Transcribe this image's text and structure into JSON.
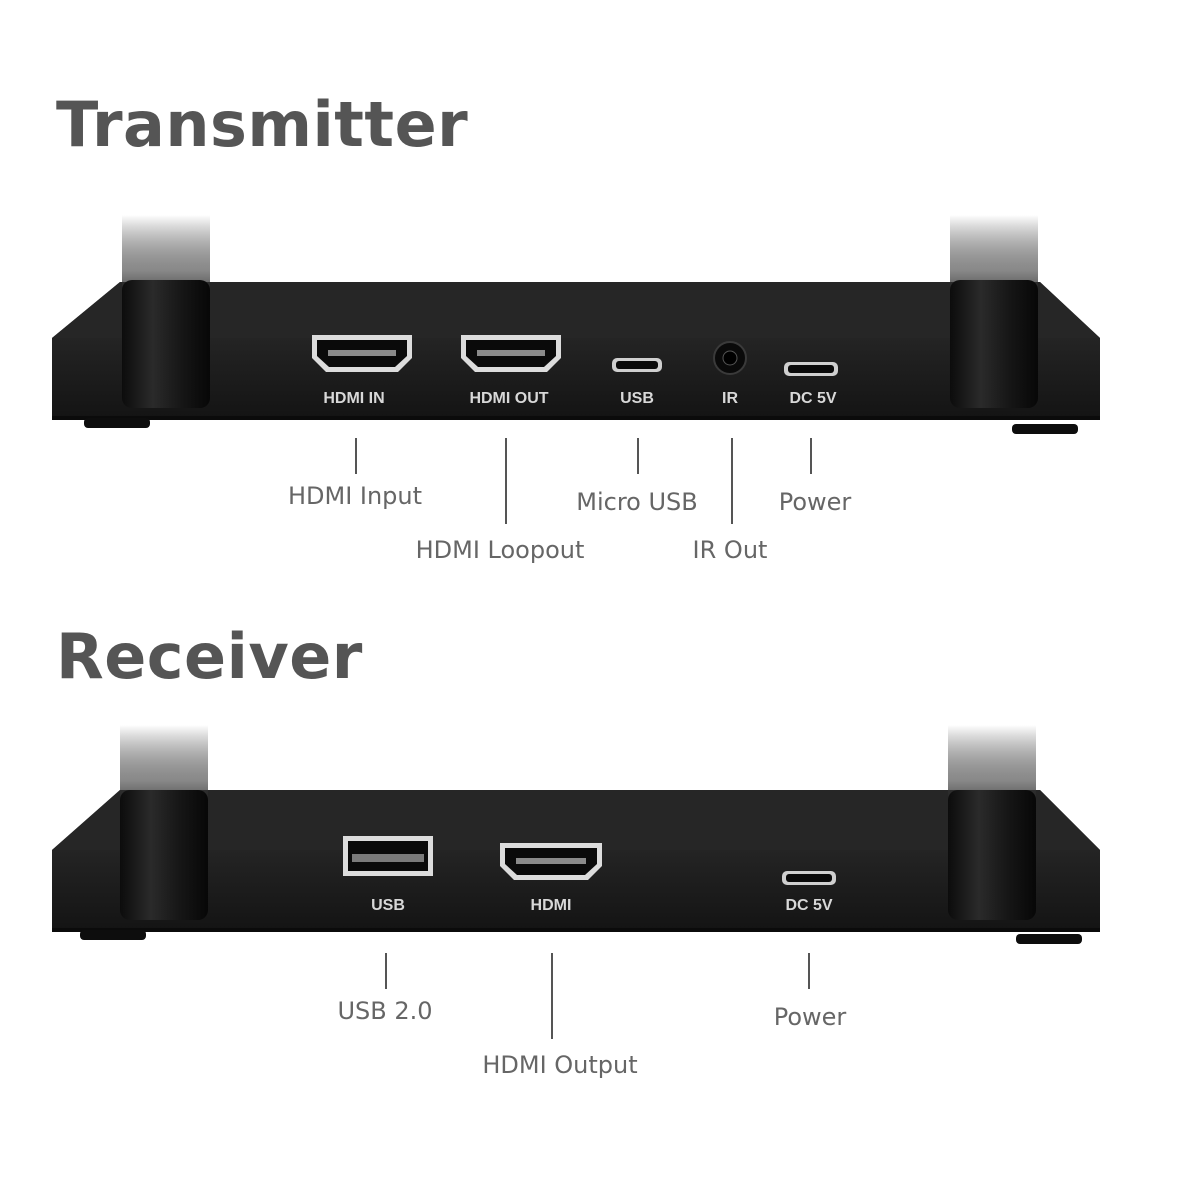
{
  "transmitter": {
    "title": "Transmitter",
    "ports": {
      "hdmi_in": "HDMI IN",
      "hdmi_out": "HDMI OUT",
      "usb": "USB",
      "ir": "IR",
      "dc": "DC 5V"
    },
    "callouts": {
      "hdmi_input": "HDMI Input",
      "hdmi_loopout": "HDMI Loopout",
      "micro_usb": "Micro USB",
      "ir_out": "IR Out",
      "power": "Power"
    }
  },
  "receiver": {
    "title": "Receiver",
    "ports": {
      "usb": "USB",
      "hdmi": "HDMI",
      "dc": "DC 5V"
    },
    "callouts": {
      "usb_20": "USB 2.0",
      "hdmi_output": "HDMI Output",
      "power": "Power"
    }
  }
}
